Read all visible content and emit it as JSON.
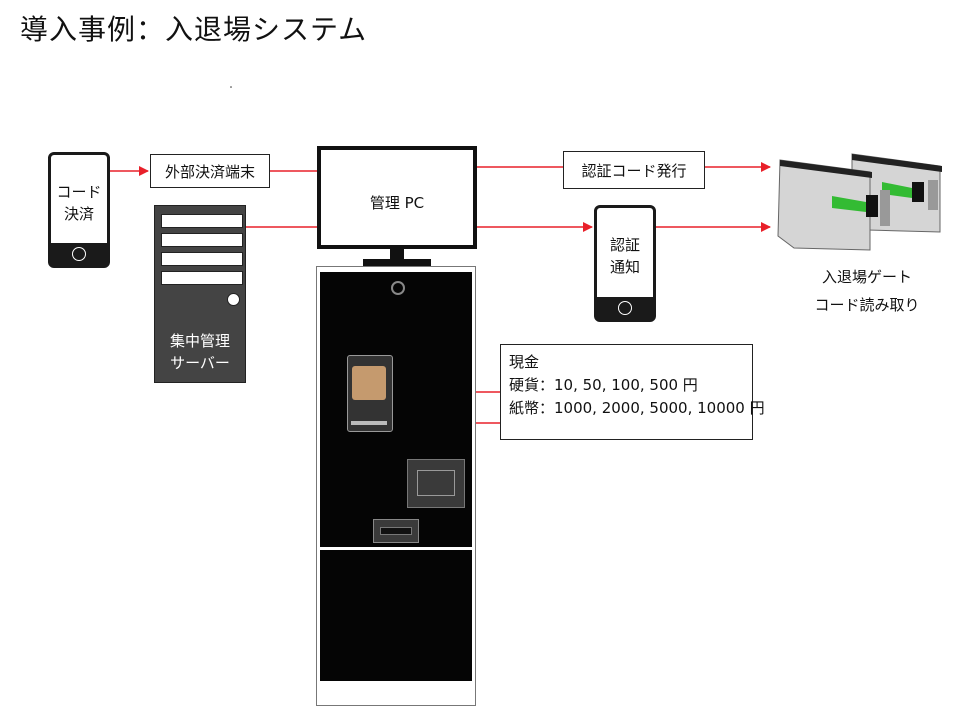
{
  "page": {
    "title": "導入事例：入退場システム"
  },
  "phone_left": {
    "line1": "コード",
    "line2": "決済"
  },
  "external_terminal": {
    "label": "外部決済端末"
  },
  "server": {
    "line1": "集中管理",
    "line2": "サーバー"
  },
  "monitor": {
    "label": "管理 PC"
  },
  "auth_code": {
    "label": "認証コード発行"
  },
  "auth_notice": {
    "line1": "認証",
    "line2": "通知"
  },
  "gate": {
    "line1": "入退場ゲート",
    "line2": "コード読み取り"
  },
  "cash": {
    "heading": "現金",
    "coins": "硬貨：10, 50, 100, 500 円",
    "bills": "紙幣：1000, 2000, 5000, 10000 円"
  },
  "colors": {
    "arrow": "#e8202a",
    "kiosk_body": "#050505",
    "gate_green": "#33bb33",
    "coin_slot": "#c59a6e"
  }
}
